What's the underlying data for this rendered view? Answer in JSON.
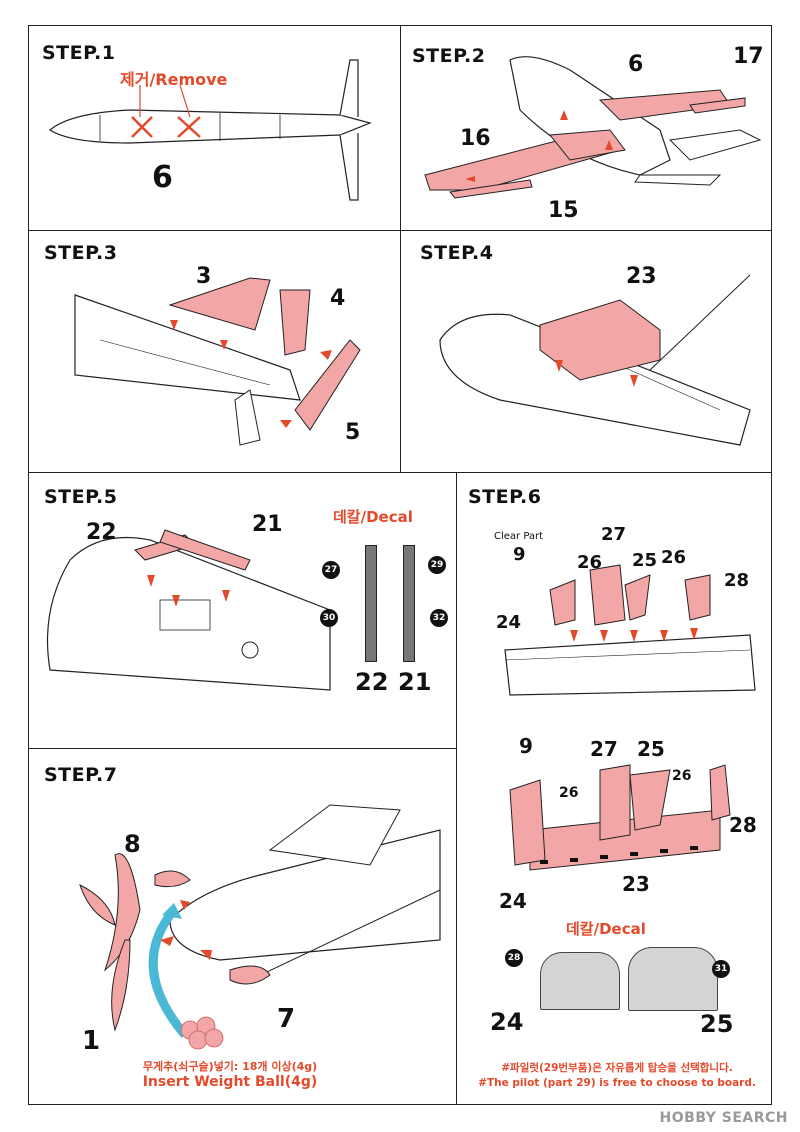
{
  "steps": {
    "s1": {
      "title": "STEP.1",
      "remove_label": "제거/Remove",
      "part": "6"
    },
    "s2": {
      "title": "STEP.2",
      "parts": [
        "6",
        "17",
        "16",
        "15"
      ]
    },
    "s3": {
      "title": "STEP.3",
      "parts": [
        "3",
        "4",
        "5"
      ]
    },
    "s4": {
      "title": "STEP.4",
      "parts": [
        "23"
      ]
    },
    "s5": {
      "title": "STEP.5",
      "parts": [
        "22",
        "21"
      ],
      "decal_label": "데칼/Decal",
      "decal_numbers": [
        "27",
        "29",
        "30",
        "32"
      ],
      "decal_parts": [
        "22",
        "21"
      ]
    },
    "s6": {
      "title": "STEP.6",
      "clear_part_label": "Clear Part",
      "parts_top": [
        "9",
        "26",
        "27",
        "25",
        "26",
        "28",
        "24"
      ],
      "parts_bottom": [
        "9",
        "26",
        "27",
        "25",
        "26",
        "28",
        "24",
        "23"
      ],
      "decal_label": "데칼/Decal",
      "decal_numbers": [
        "28",
        "31"
      ],
      "decal_parts": [
        "24",
        "25"
      ],
      "pilot_note_ko": "#파일럿(29번부품)은 자유롭게 탑승을 선택합니다.",
      "pilot_note_en": "#The pilot (part 29) is free to choose to board."
    },
    "s7": {
      "title": "STEP.7",
      "parts": [
        "8",
        "1",
        "7"
      ],
      "weight_note_ko": "무게추(쇠구슬)넣기: 18개 이상(4g)",
      "weight_note_en": "Insert Weight Ball(4g)"
    }
  },
  "watermark": "HOBBY SEARCH",
  "colors": {
    "part_fill": "#f2a6a6",
    "accent_red": "#e34a2c",
    "arrow_blue": "#4bb8d6",
    "line": "#222222"
  }
}
